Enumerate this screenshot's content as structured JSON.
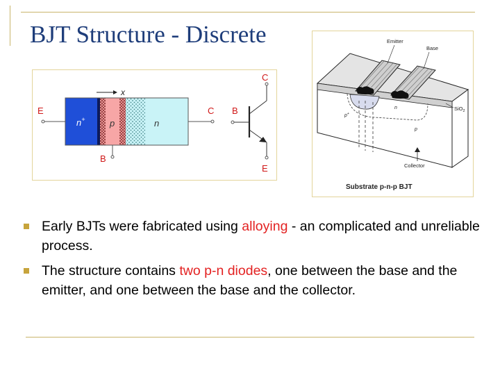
{
  "slide": {
    "title": "BJT Structure - Discrete"
  },
  "left_diagram": {
    "label_e": "E",
    "label_c": "C",
    "label_b": "B",
    "label_x": "x",
    "label_n_plus": "n",
    "label_n_plus_sup": "+",
    "label_p": "p",
    "label_n": "n",
    "symbol_c": "C",
    "symbol_b": "B",
    "symbol_e": "E",
    "colors": {
      "emitter_blue": "#1f4fd8",
      "base_pink": "#f7a6a6",
      "collector_cyan": "#c9f3f7",
      "label_red": "#d01818"
    }
  },
  "right_diagram": {
    "label_emitter": "Emitter",
    "label_base": "Base",
    "label_sio2": "SiO",
    "label_sio2_sub": "2",
    "label_p_plus": "p",
    "label_p_plus_sup": "+",
    "label_n": "n",
    "label_p": "p",
    "label_collector": "Collector",
    "caption": "Substrate p-n-p BJT"
  },
  "bullets": [
    {
      "before": "Early BJTs were fabricated using ",
      "highlight": "alloying",
      "after": " - an complicated and unreliable process."
    },
    {
      "before": "The structure contains ",
      "highlight": "two p-n diodes",
      "after": ", one between the base and the emitter, and one between the base and the collector."
    }
  ]
}
